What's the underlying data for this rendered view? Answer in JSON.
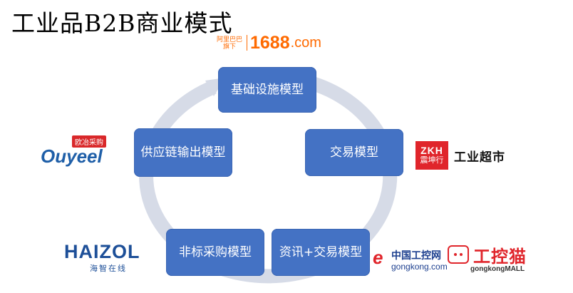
{
  "title": "工业品B2B商业模式",
  "nodes": {
    "top": "基础设施模型",
    "right": "交易模型",
    "bottom_right": "资讯+交易模型",
    "bottom_left": "非标采购模型",
    "left": "供应链输出模型"
  },
  "logos": {
    "alibaba_1688": {
      "cn": "阿里巴巴旗下",
      "num": "1688",
      "dom": ".com"
    },
    "ouyeel": {
      "cn": "欧冶采购",
      "en": "Ouyeel"
    },
    "zkh": {
      "mark": "ZKH",
      "cn": "震坤行",
      "text": "工业超市"
    },
    "haizol": {
      "en": "HAIZOL",
      "cn": "海智在线"
    },
    "gongkong": {
      "mark": "e",
      "cn": "中国工控网",
      "en": "gongkong.com"
    },
    "gongkong_mall": {
      "cn": "工控猫",
      "en": "gongkongMALL"
    }
  },
  "colors": {
    "node": "#4472c4",
    "ring": "#d6dbe7",
    "brand_1688": "#ff6a00",
    "zkh": "#e0252b"
  }
}
